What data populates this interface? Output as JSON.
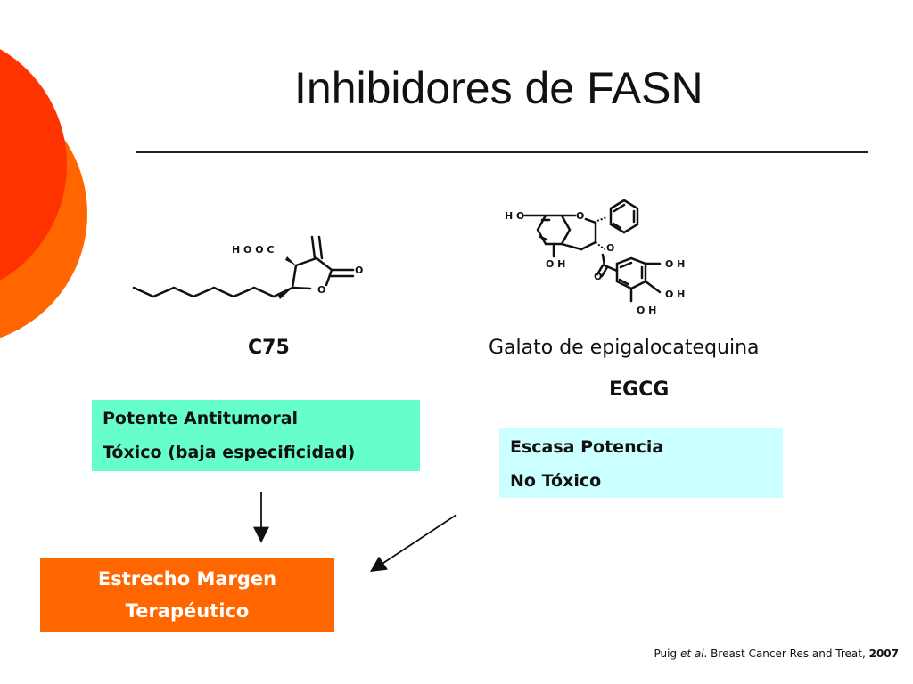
{
  "title": "Inhibidores de FASN",
  "molecules": {
    "c75": {
      "name": "C75",
      "atoms": {
        "cooh": "H O O C",
        "o_carbonyl": "O",
        "o_ring": "O"
      }
    },
    "egcg": {
      "full_name": "Galato de epigalocatequina",
      "abbreviation": "EGCG",
      "atoms": {
        "ho": "H O",
        "o_ring": "O",
        "oh_a": "O H",
        "o_ester": "O",
        "o_carbonyl": "O",
        "oh_b": "O H",
        "oh_c": "O H",
        "oh_d": "O H"
      }
    }
  },
  "boxes": {
    "c75": {
      "line1": "Potente Antitumoral",
      "line2": "Tóxico (baja especificidad)"
    },
    "egcg": {
      "line1": "Escasa Potencia",
      "line2": "No Tóxico"
    },
    "result": {
      "line1": "Estrecho Margen",
      "line2": "Terapéutico"
    }
  },
  "citation": {
    "author": "Puig ",
    "etal": "et al",
    "journal": ". Breast Cancer Res and Treat, ",
    "year": "2007"
  },
  "colors": {
    "decor_red": "#ff3300",
    "decor_orange": "#ff6600",
    "box_c75": "#66ffcc",
    "box_egcg": "#ccffff",
    "box_result": "#ff6600"
  }
}
